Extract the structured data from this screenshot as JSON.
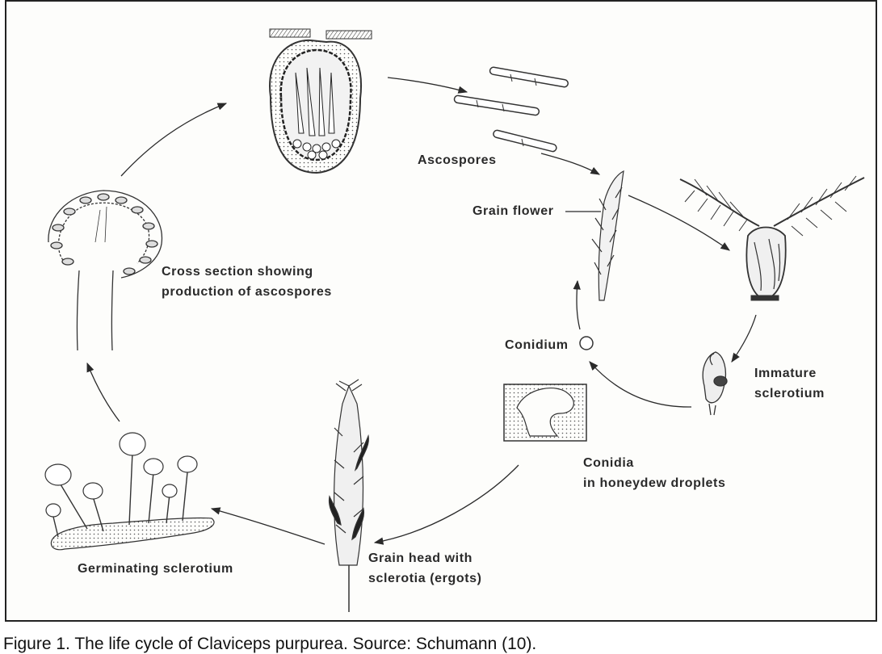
{
  "figure": {
    "stages": {
      "ascospores": "Ascospores",
      "grain_flower": "Grain flower",
      "cross_section": [
        "Cross section showing",
        "production of ascospores"
      ],
      "conidium": "Conidium",
      "immature_sclerotium": [
        "Immature",
        "sclerotium"
      ],
      "conidia_honeydew": [
        "Conidia",
        "in honeydew droplets"
      ],
      "grain_head": [
        "Grain head with",
        "sclerotia (ergots)"
      ],
      "germinating_sclerotium": "Germinating sclerotium"
    },
    "caption": "Figure 1. The life cycle of Claviceps purpurea. Source: Schumann (10)."
  },
  "colors": {
    "ink": "#2a2a2a",
    "paper": "#fdfdfb",
    "stipple": "#d8d8d8"
  }
}
